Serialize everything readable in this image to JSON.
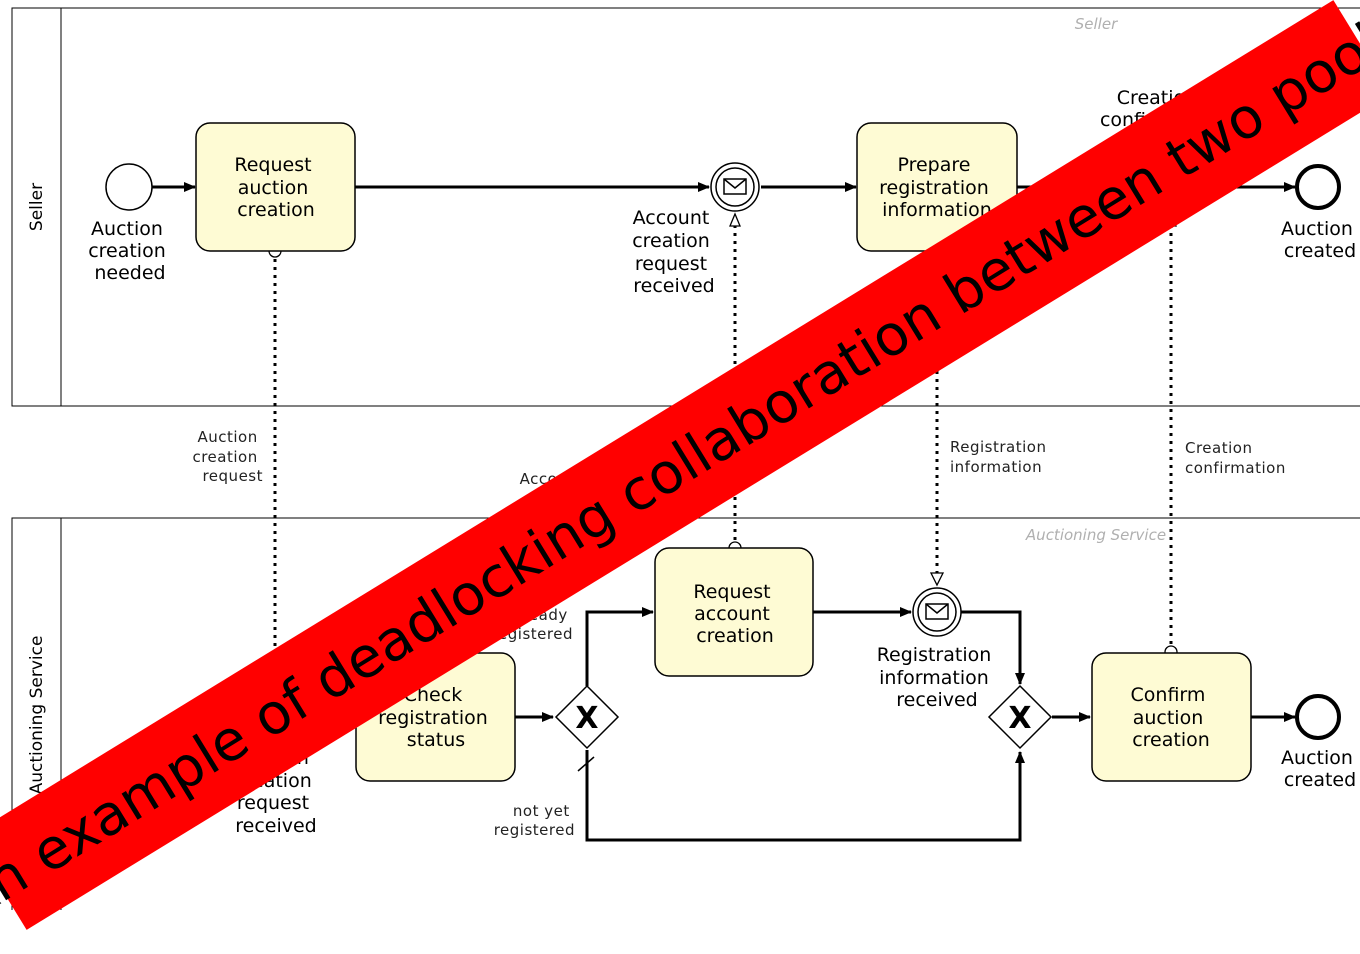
{
  "pools": {
    "seller": {
      "label": "Seller",
      "caption": "Seller"
    },
    "service": {
      "label": "Auctioning Service",
      "caption": "Auctioning Service"
    }
  },
  "seller": {
    "start_event": [
      "Auction",
      "creation",
      "needed"
    ],
    "task_request_auction": [
      "Request",
      "auction",
      "creation"
    ],
    "event_account_request": [
      "Account",
      "creation",
      "request",
      "received"
    ],
    "task_prepare_registration": [
      "Prepare",
      "registration",
      "information"
    ],
    "event_creation_confirmation": [
      "Creation",
      "confirmation"
    ],
    "end_event": [
      "Auction",
      "created"
    ]
  },
  "messages": {
    "auction_request": [
      "Auction",
      "creation",
      "request"
    ],
    "account_request": [
      "Account creation request"
    ],
    "registration_info": [
      "Registration",
      "information"
    ],
    "creation_confirmation": [
      "Creation",
      "confirmation"
    ]
  },
  "service": {
    "start_event": [
      "Auction",
      "creation",
      "request",
      "received"
    ],
    "task_check_registration": [
      "Check",
      "registration",
      "status"
    ],
    "gateway_label_top": [
      "already",
      "registered"
    ],
    "gateway_label_bottom": [
      "not yet",
      "registered"
    ],
    "task_request_account": [
      "Request",
      "account",
      "creation"
    ],
    "event_registration_received": [
      "Registration",
      "information",
      "received"
    ],
    "task_confirm_auction": [
      "Confirm",
      "auction",
      "creation"
    ],
    "end_event": [
      "Auction",
      "created"
    ]
  },
  "gateway_symbol": "X",
  "banner": {
    "text": "An example of deadlocking collaboration between two pools",
    "color": "#ff0000"
  },
  "colors": {
    "task_fill": "#fefbd4",
    "line": "#000000"
  },
  "icons": [
    "envelope-icon"
  ]
}
